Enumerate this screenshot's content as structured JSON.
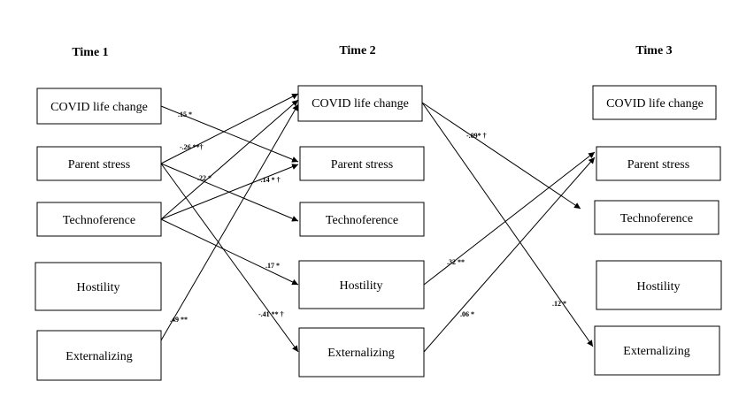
{
  "time_headers": [
    "Time 1",
    "Time 2",
    "Time 3"
  ],
  "time1": {
    "covid": "COVID life change",
    "parent_stress": "Parent stress",
    "technoference": "Technoference",
    "hostility": "Hostility",
    "externalizing": "Externalizing"
  },
  "time2": {
    "covid": "COVID life change",
    "parent_stress": "Parent stress",
    "technoference": "Technoference",
    "hostility": "Hostility",
    "externalizing": "Externalizing"
  },
  "time3": {
    "covid": "COVID life change",
    "parent_stress": "Parent stress",
    "technoference": "Technoference",
    "hostility": "Hostility",
    "externalizing": "Externalizing"
  },
  "coefficients": [
    {
      "from": "t1-covid",
      "to": "t2-parent-stress",
      "label": ".15 *"
    },
    {
      "from": "t1-parent-stress",
      "to": "t2-covid",
      "label": "-.26 **†"
    },
    {
      "from": "t1-parent-stress",
      "to": "t2-technoference",
      "label": ".22 *"
    },
    {
      "from": "t1-technoference",
      "to": "t2-covid",
      "label": "-.14 * †"
    },
    {
      "from": "t1-technoference",
      "to": "t2-hostility",
      "label": ".17 *"
    },
    {
      "from": "t1-parent-stress",
      "to": "t2-externalizing",
      "label": "-.41 ** †"
    },
    {
      "from": "t1-externalizing",
      "to": "t2-covid",
      "label": ".49 **"
    },
    {
      "from": "t2-covid",
      "to": "t3-technoference",
      "label": "-.09* †"
    },
    {
      "from": "t2-hostility",
      "to": "t3-parent-stress",
      "label": ".32 **"
    },
    {
      "from": "t2-externalizing",
      "to": "t3-parent-stress",
      "label": ".06 *"
    },
    {
      "from": "t2-covid",
      "to": "t3-externalizing",
      "label": ".12 *"
    }
  ],
  "extra_paths": [
    {
      "from": "t1-technoference",
      "to": "t2-parent-stress"
    }
  ]
}
